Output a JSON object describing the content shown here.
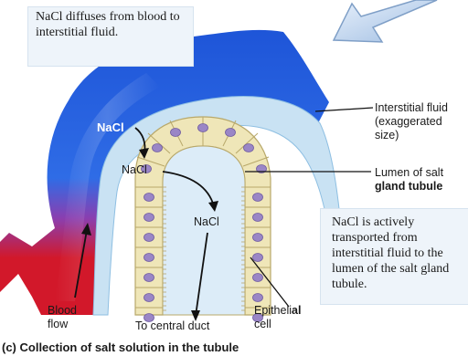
{
  "callouts": {
    "diffusion": "NaCl diffuses from blood to interstitial fluid.",
    "active_transport": "NaCl is actively transported from interstitial fluid to the lumen of the salt gland tubule."
  },
  "labels": {
    "nacl_1": "NaCl",
    "nacl_2": "NaCl",
    "nacl_3": "NaCl",
    "interstitial_fluid": "Interstitial fluid (exaggerated size)",
    "lumen_part1": "Lumen of salt ",
    "lumen_part2": "gland tubule",
    "blood_flow": "Blood flow",
    "central_duct": "To central duct",
    "epithelial_part1": "Epitheli",
    "epithelial_part2": "al",
    "epithelial_part3": "cell"
  },
  "caption": "(c) Collection of salt solution in the tubule",
  "colors": {
    "vessel_blue": "#1e55d8",
    "vessel_red": "#d2182a",
    "interstitial": "#c9e2f3",
    "epithelium": "#efe6b8",
    "nucleus": "#9a86c6"
  }
}
